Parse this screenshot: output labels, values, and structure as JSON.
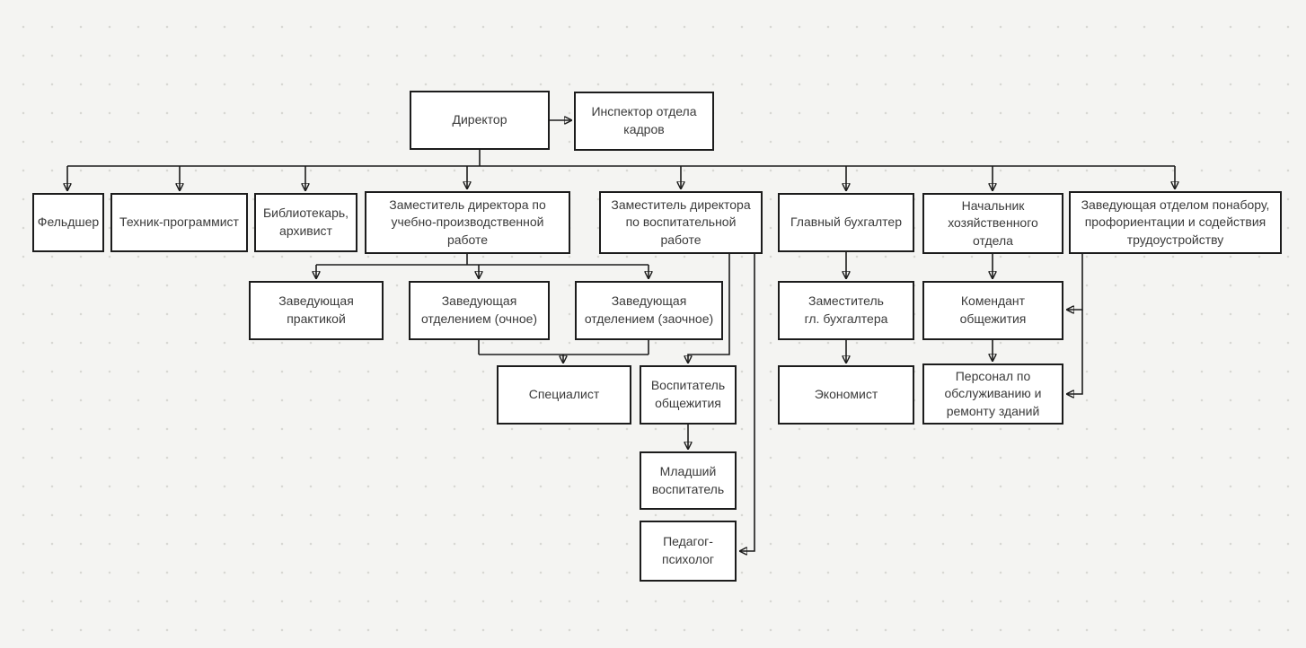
{
  "colors": {
    "canvas_bg": "#f4f4f2",
    "grid_dot": "#d8d8d4",
    "node_bg": "#ffffff",
    "node_border": "#1c1c1c",
    "connector": "#1c1c1c",
    "text": "#3a3a3a"
  },
  "nodes": {
    "director": {
      "label": "Директор"
    },
    "hr_inspector": {
      "label": "Инспектор отдела\nкадров"
    },
    "feldsher": {
      "label": "Фельдшер"
    },
    "tech_programmer": {
      "label": "Техник-программист"
    },
    "librarian": {
      "label": "Библиотекарь,\nархивист"
    },
    "deputy_edu_prod": {
      "label": "Заместитель директора по\nучебно-производственной\nработе"
    },
    "deputy_vospit": {
      "label": "Заместитель директора\nпо воспитательной\nработе"
    },
    "chief_accountant": {
      "label": "Главный бухгалтер"
    },
    "head_household": {
      "label": "Начальник\nхозяйственного\nотдела"
    },
    "head_recruitment": {
      "label": "Заведующая отделом понабору,\nпрофориентации и содействия\nтрудоустройству"
    },
    "head_practice": {
      "label": "Заведующая\nпрактикой"
    },
    "head_dept_fulltime": {
      "label": "Заведующая\nотделением (очное)"
    },
    "head_dept_parttime": {
      "label": "Заведующая\nотделением (заочное)"
    },
    "deputy_chief_accountant": {
      "label": "Заместитель\nгл. бухгалтера"
    },
    "dorm_commandant": {
      "label": "Комендант\nобщежития"
    },
    "specialist": {
      "label": "Специалист"
    },
    "dorm_educator": {
      "label": "Воспитатель\nобщежития"
    },
    "economist": {
      "label": "Экономист"
    },
    "maintenance_staff": {
      "label": "Персонал по\nобслуживанию и\nремонту зданий"
    },
    "junior_educator": {
      "label": "Младший\nвоспитатель"
    },
    "pedagogue_psychologist": {
      "label": "Педагог-\nпсихолог"
    }
  }
}
